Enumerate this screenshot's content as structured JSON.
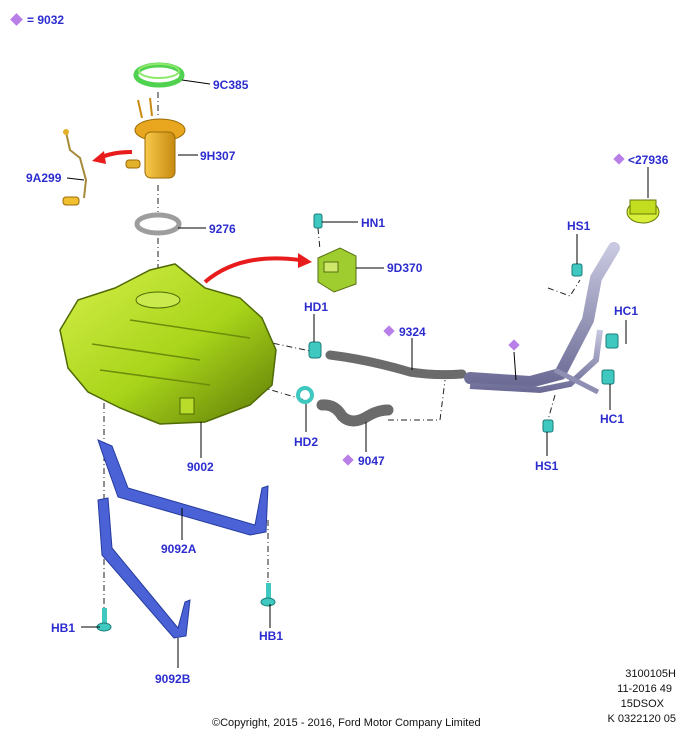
{
  "legend": {
    "symbol": "diamond-icon",
    "text": "= 9032"
  },
  "colors": {
    "label": "#2c2ccf",
    "diamond": "#b87fe8",
    "tank": "#a8d41a",
    "strap": "#4a62d6",
    "arrow": "#e81c1c",
    "clip": "#3fc8c0",
    "tube": "#8f8fb3"
  },
  "labels": {
    "9c385": "9C385",
    "9h307": "9H307",
    "9a299": "9A299",
    "9276": "9276",
    "hn1": "HN1",
    "9d370": "9D370",
    "27936": "<27936",
    "hs1_top": "HS1",
    "hd1": "HD1",
    "9324": "9324",
    "hc1_top": "HC1",
    "hc1_bottom": "HC1",
    "hd2": "HD2",
    "9047": "9047",
    "hs1_bottom": "HS1",
    "9002": "9002",
    "9092a": "9092A",
    "hb1_left": "HB1",
    "hb1_right": "HB1",
    "9092b": "9092B"
  },
  "footer": {
    "copyright": "©Copyright, 2015 - 2016, Ford Motor Company Limited",
    "ref_lines": [
      "3100105H",
      "11-2016 49",
      "15DSOX",
      "K 0322120 05"
    ]
  }
}
